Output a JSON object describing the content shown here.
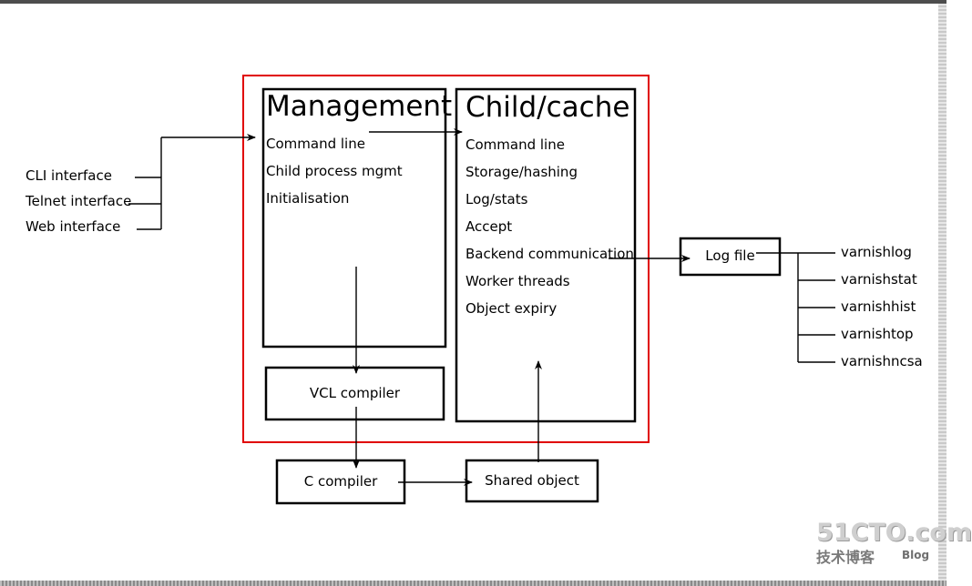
{
  "management": {
    "title": "Management",
    "items": [
      "Command line",
      "Child process mgmt",
      "Initialisation"
    ]
  },
  "child": {
    "title": "Child/cache",
    "items": [
      "Command line",
      "Storage/hashing",
      "Log/stats",
      "Accept",
      "Backend communication",
      "Worker threads",
      "Object expiry"
    ]
  },
  "interfaces": [
    "CLI interface",
    "Telnet interface",
    "Web interface"
  ],
  "vcl_compiler": "VCL compiler",
  "c_compiler": "C compiler",
  "shared_object": "Shared object",
  "log_file": "Log file",
  "tools": [
    "varnishlog",
    "varnishstat",
    "varnishhist",
    "varnishtop",
    "varnishncsa"
  ],
  "watermark": {
    "site": "51CTO.com",
    "cn": "技术博客",
    "blog": "Blog"
  }
}
